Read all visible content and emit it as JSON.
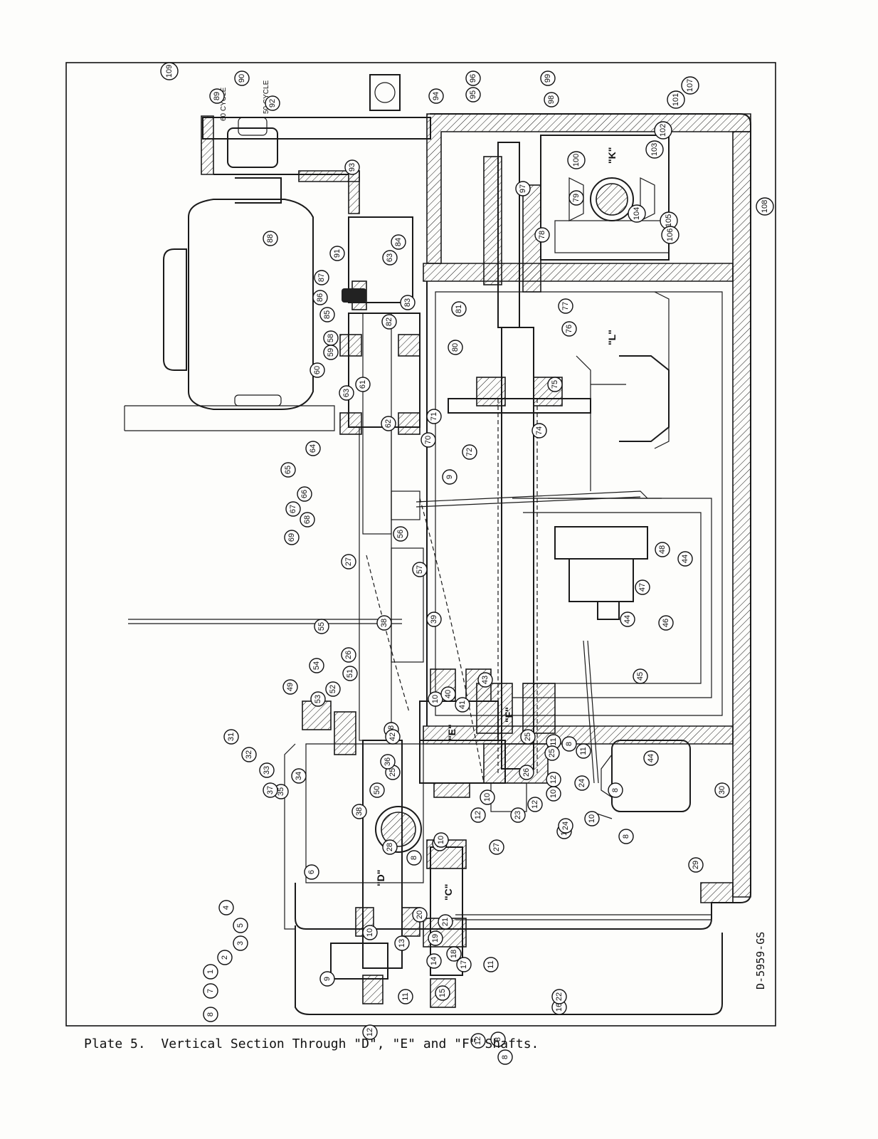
{
  "caption": "Plate 5.  Vertical Section Through \"D\", \"E\" and \"F\" Shafts.",
  "drawing_code": "D-5959-GS",
  "cycle_labels": {
    "sixty": "60 CYCLE",
    "fifty": "50 CYCLE"
  },
  "shaft_labels": {
    "D": "\"D\"",
    "E": "\"E\"",
    "F": "\"F\"",
    "C": "\"C\"",
    "K": "\"K\"",
    "L": "\"L\""
  },
  "callouts": [
    "1",
    "2",
    "3",
    "4",
    "5",
    "6",
    "7",
    "8",
    "8",
    "8",
    "8",
    "8",
    "8",
    "8",
    "9",
    "9",
    "10",
    "10",
    "10",
    "10",
    "10",
    "10",
    "10",
    "10",
    "11",
    "11",
    "11",
    "11",
    "12",
    "12",
    "12",
    "12",
    "12",
    "13",
    "14",
    "15",
    "16",
    "17",
    "18",
    "19",
    "20",
    "21",
    "22",
    "23",
    "24",
    "24",
    "25",
    "25",
    "25",
    "26",
    "26",
    "27",
    "27",
    "28",
    "29",
    "30",
    "31",
    "32",
    "33",
    "34",
    "35",
    "36",
    "37",
    "38",
    "38",
    "38",
    "39",
    "40",
    "41",
    "42",
    "43",
    "44",
    "44",
    "44",
    "45",
    "46",
    "47",
    "48",
    "49",
    "50",
    "51",
    "52",
    "53",
    "54",
    "55",
    "56",
    "57",
    "58",
    "59",
    "60",
    "61",
    "62",
    "63",
    "63",
    "64",
    "65",
    "66",
    "67",
    "68",
    "69",
    "70",
    "71",
    "72",
    "74",
    "75",
    "76",
    "77",
    "78",
    "79",
    "80",
    "81",
    "82",
    "83",
    "84",
    "85",
    "86",
    "87",
    "88",
    "89",
    "90",
    "91",
    "92",
    "93",
    "94",
    "95",
    "96",
    "97",
    "98",
    "99",
    "100",
    "101",
    "102",
    "103",
    "104",
    "105",
    "106",
    "107",
    "108",
    "109"
  ]
}
